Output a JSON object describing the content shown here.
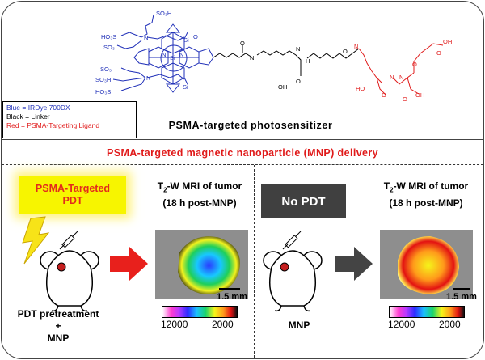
{
  "legend": {
    "blue": "Blue = IRDye 700DX",
    "black": "Black = Linker",
    "red": "Red = PSMA-Targeting Ligand"
  },
  "photosensitizer_title": "PSMA-targeted photosensitizer",
  "delivery_title": "PSMA-targeted magnetic nanoparticle (MNP) delivery",
  "left_panel": {
    "badge_line1": "PSMA-Targeted",
    "badge_line2": "PDT",
    "mri_title_prefix": "T",
    "mri_title_sub": "2",
    "mri_title_rest": "-W MRI of tumor",
    "mri_title_line2": "(18 h post-MNP)",
    "scale": "1.5 mm",
    "cbar_min": "12000",
    "cbar_max": "2000",
    "label_line1": "PDT pretreatment",
    "label_line2": "+",
    "label_line3": "MNP"
  },
  "right_panel": {
    "badge": "No PDT",
    "mri_title_prefix": "T",
    "mri_title_sub": "2",
    "mri_title_rest": "-W MRI of tumor",
    "mri_title_line2": "(18 h post-MNP)",
    "scale": "1.5 mm",
    "cbar_min": "12000",
    "cbar_max": "2000",
    "label": "MNP"
  },
  "colors": {
    "dye_blue": "#1f2fb8",
    "ligand_red": "#e01a1a",
    "linker_black": "#000000",
    "badge_yellow": "#f7f500",
    "badge_dark": "#404040",
    "arrow_red": "#e8201c",
    "arrow_dark": "#444444"
  }
}
